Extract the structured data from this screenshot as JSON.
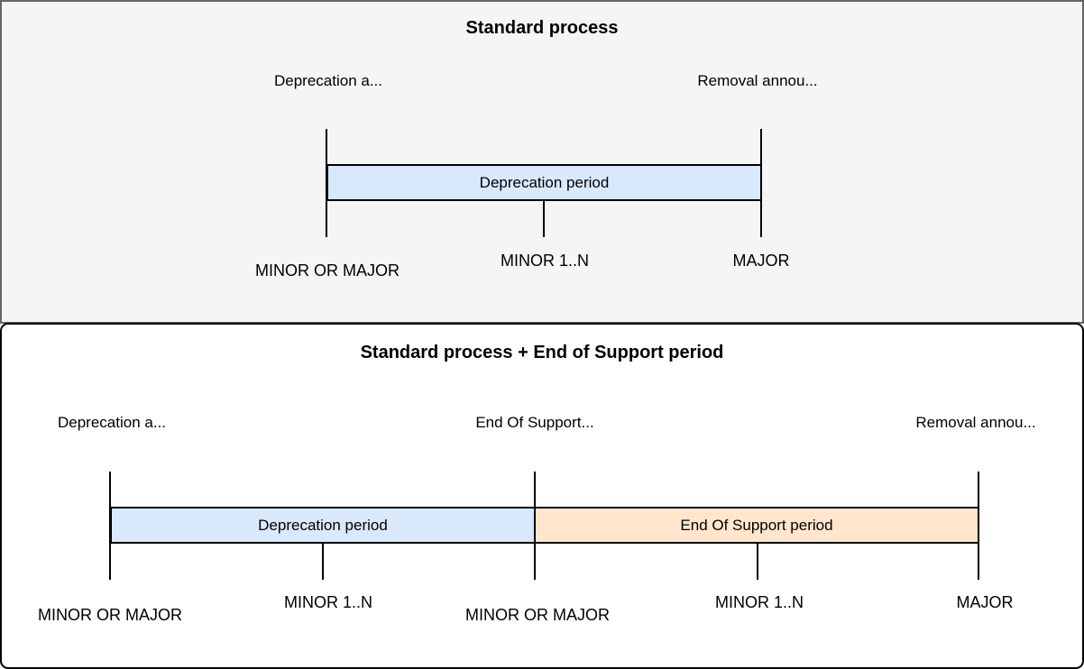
{
  "colors": {
    "panel_top_bg": "#f5f5f5",
    "panel_top_border": "#666666",
    "panel_bottom_bg": "#ffffff",
    "panel_bottom_border": "#000000",
    "deprecation_fill": "#dae8fc",
    "eos_fill": "#ffe6cc",
    "line": "#000000",
    "text": "#000000"
  },
  "top": {
    "title": "Standard process",
    "annotations": [
      "Deprecation a...",
      "Removal annou..."
    ],
    "periods": [
      "Deprecation period"
    ],
    "milestones": [
      "MINOR OR MAJOR",
      "MINOR 1..N",
      "MAJOR"
    ]
  },
  "bottom": {
    "title": "Standard process + End of Support period",
    "annotations": [
      "Deprecation a...",
      "End Of Support...",
      "Removal annou..."
    ],
    "periods": [
      "Deprecation period",
      "End Of Support period"
    ],
    "milestones": [
      "MINOR OR MAJOR",
      "MINOR 1..N",
      "MINOR OR MAJOR",
      "MINOR 1..N",
      "MAJOR"
    ]
  }
}
